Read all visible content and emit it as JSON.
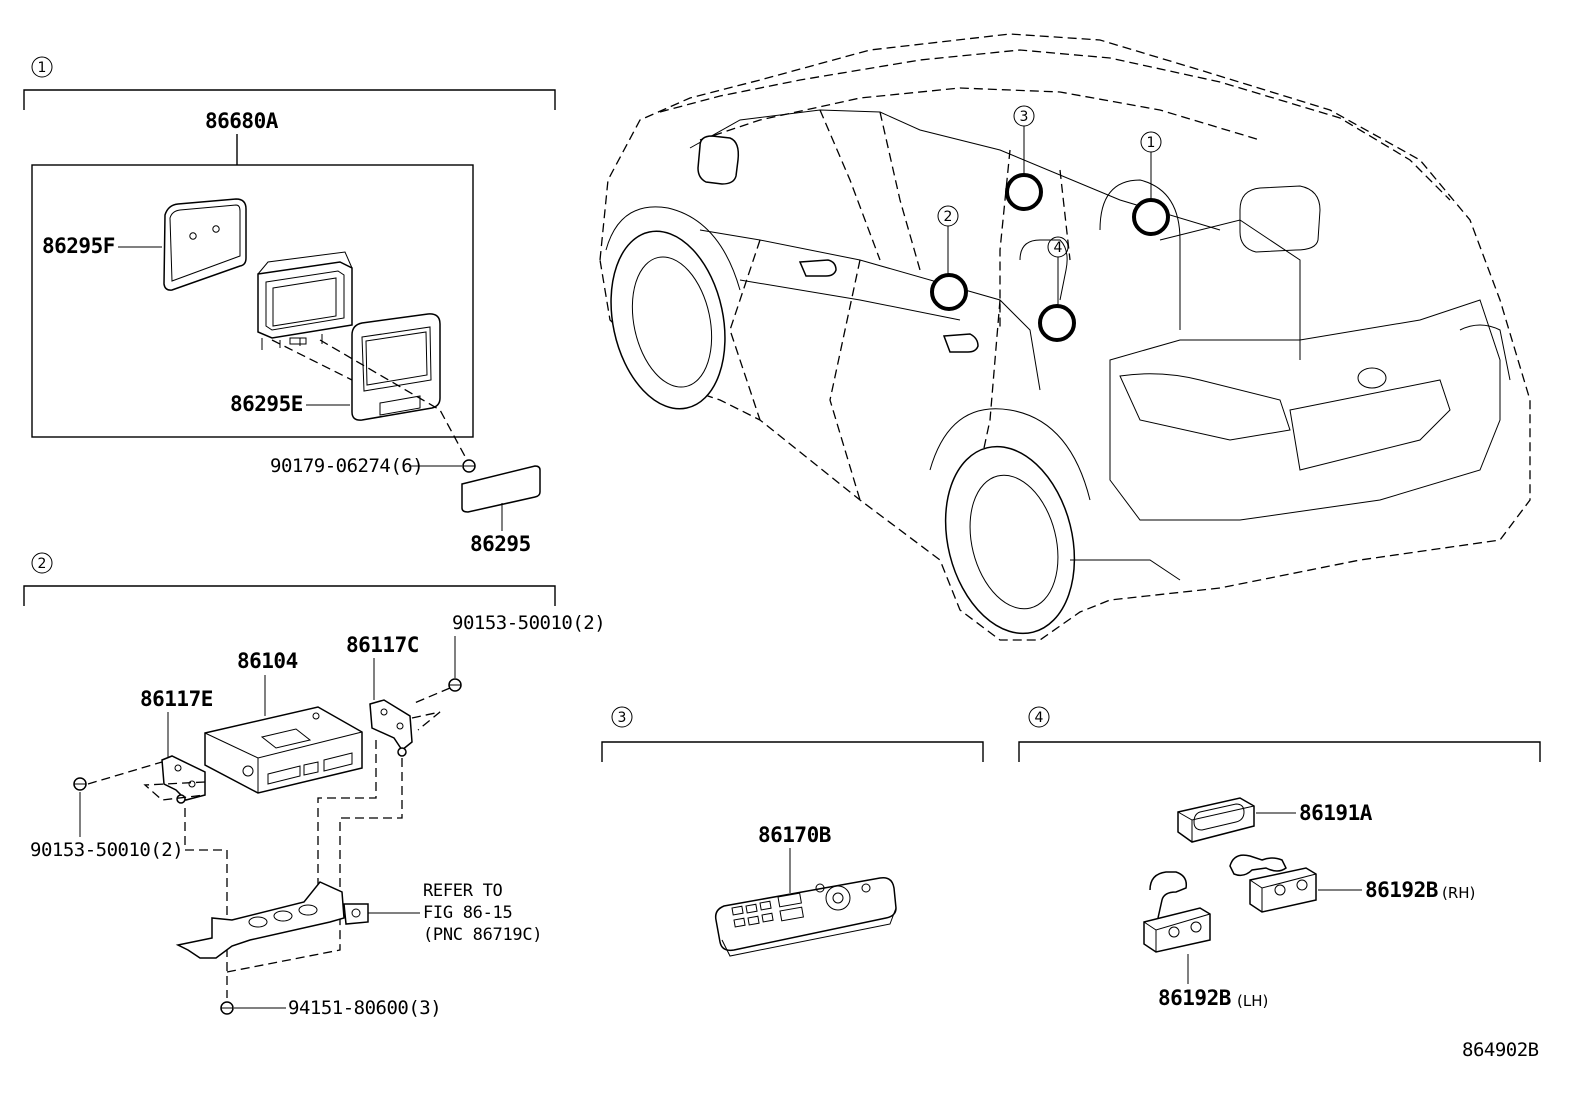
{
  "sections": [
    {
      "id": "1",
      "circle_label": "1"
    },
    {
      "id": "2",
      "circle_label": "2"
    },
    {
      "id": "3",
      "circle_label": "3"
    },
    {
      "id": "4",
      "circle_label": "4"
    }
  ],
  "section1": {
    "assembly": "86680A",
    "cover": "86295F",
    "frame": "86295E",
    "screw": "90179-06274(6)",
    "plate": "86295"
  },
  "section2": {
    "unit": "86104",
    "bracket_left": "86117E",
    "bracket_right": "86117C",
    "screw_right": "90153-50010(2)",
    "screw_left": "90153-50010(2)",
    "nut": "94151-80600(3)",
    "refer_line1": "REFER TO",
    "refer_line2": "FIG 86-15",
    "refer_line3": "(PNC 86719C)"
  },
  "section3": {
    "remote": "86170B"
  },
  "section4": {
    "switch": "86191A",
    "jack_rh": "86192B",
    "rh_suffix": "(RH)",
    "jack_lh": "86192B",
    "lh_suffix": "(LH)"
  },
  "vehicle_callouts": [
    "1",
    "2",
    "3",
    "4"
  ],
  "figure_code": "864902B"
}
